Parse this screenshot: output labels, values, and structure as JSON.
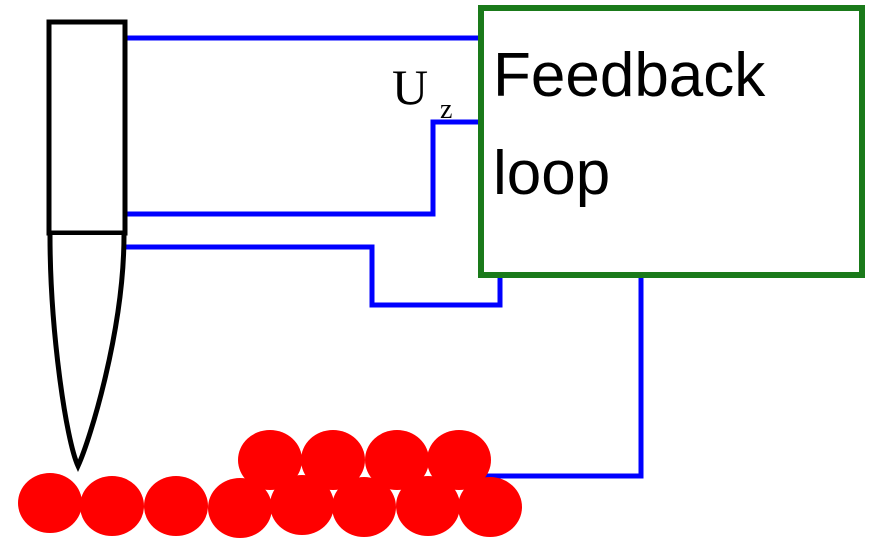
{
  "feedback_box": {
    "line1": "Feedback",
    "line2": "loop",
    "border_color": "#1a7a1a"
  },
  "voltage_label": {
    "symbol": "U",
    "subscript": "z"
  },
  "colors": {
    "wire": "#0000ff",
    "atoms": "#ff0000",
    "scanner": "#000000"
  }
}
